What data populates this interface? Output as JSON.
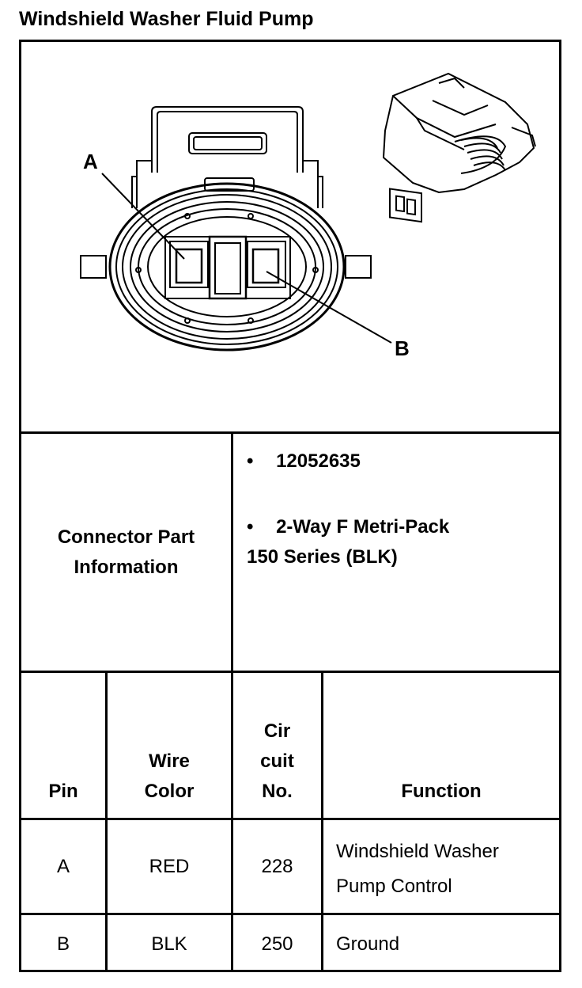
{
  "title": "Windshield Washer Fluid Pump",
  "diagram": {
    "callout_a": "A",
    "callout_b": "B",
    "connector_face_name": "connector-face-view",
    "connector_iso_name": "connector-isometric-view"
  },
  "connector_info": {
    "label_line1": "Connector Part",
    "label_line2": "Information",
    "bullet_symbol": "•",
    "part_number": "12052635",
    "desc_line1": "2-Way F Metri-Pack",
    "desc_line2": "150 Series (BLK)"
  },
  "table": {
    "headers": {
      "pin": "Pin",
      "wire_color_1": "Wire",
      "wire_color_2": "Color",
      "circuit_1": "Cir",
      "circuit_2": "cuit",
      "circuit_3": "No.",
      "function": "Function"
    },
    "rows": [
      {
        "pin": "A",
        "wire_color": "RED",
        "circuit": "228",
        "function_1": "Windshield Washer",
        "function_2": "Pump Control"
      },
      {
        "pin": "B",
        "wire_color": "BLK",
        "circuit": "250",
        "function_1": "Ground",
        "function_2": ""
      }
    ]
  }
}
